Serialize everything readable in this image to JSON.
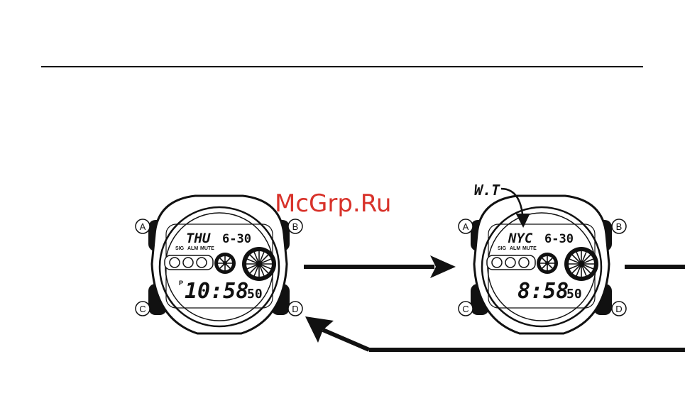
{
  "watermark": "McGrp.Ru",
  "watches": [
    {
      "buttons": {
        "a": "A",
        "b": "B",
        "c": "C",
        "d": "D"
      },
      "day": "THU",
      "date": "6-30",
      "indicators": [
        "SIG",
        "ALM",
        "MUTE"
      ],
      "pm_marker": "P",
      "time": "10:58",
      "seconds": "50"
    },
    {
      "buttons": {
        "a": "A",
        "b": "B",
        "c": "C",
        "d": "D"
      },
      "city": "NYC",
      "date": "6-30",
      "indicators": [
        "SIG",
        "ALM",
        "MUTE"
      ],
      "time": "8:58",
      "seconds": "50"
    }
  ],
  "callout": "W.T"
}
